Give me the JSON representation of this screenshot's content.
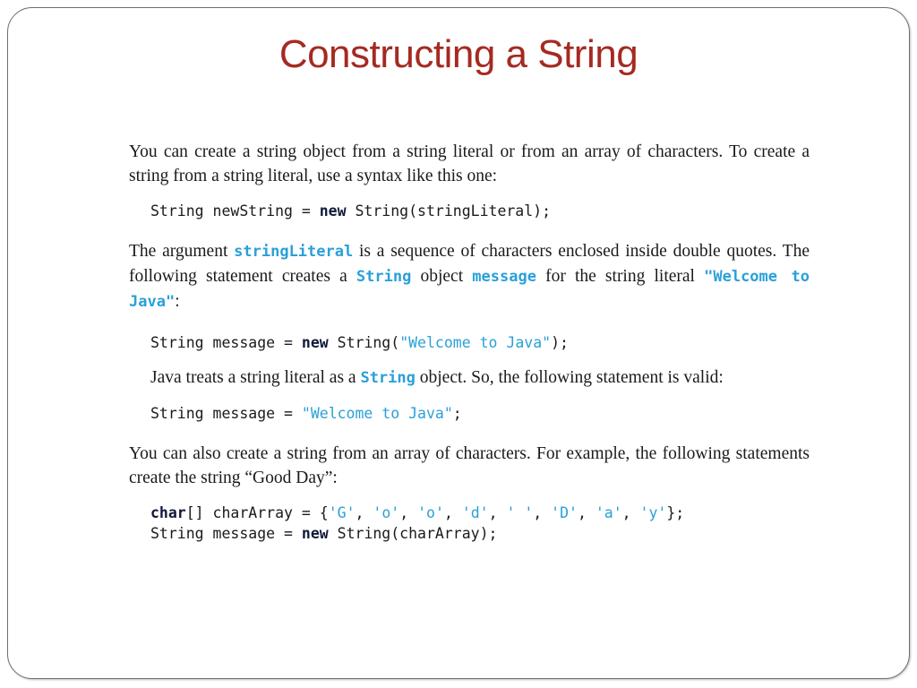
{
  "slide": {
    "title": "Constructing a String",
    "para1": "You can create a string object from a string literal or from an array of characters. To create a string from a string literal, use a syntax like this one:",
    "code1": {
      "a": "String newString = ",
      "kw_new": "new",
      "b": " String(stringLiteral);"
    },
    "para2": {
      "t1": "The argument ",
      "c1": "stringLiteral",
      "t2": " is a sequence of characters enclosed inside double quotes. The following statement creates a ",
      "c2": "String",
      "t3": " object ",
      "c3": "message",
      "t4": " for the string literal ",
      "c4": "\"Welcome to Java\"",
      "t5": ":"
    },
    "code2": {
      "a": "String message = ",
      "kw_new": "new",
      "b": " String(",
      "str": "\"Welcome to Java\"",
      "c": ");"
    },
    "para3": {
      "t1": "Java treats a string literal as a ",
      "c1": "String",
      "t2": " object. So, the following statement is valid:"
    },
    "code3": {
      "a": "String message = ",
      "str": "\"Welcome to Java\"",
      "b": ";"
    },
    "para4": "You can also create a string from an array of characters. For example, the following statements create the string “Good Day”:",
    "code4": {
      "kw_char": "char",
      "a": "[] charArray = {",
      "chars": [
        "'G'",
        "'o'",
        "'o'",
        "'d'",
        "' '",
        "'D'",
        "'a'",
        "'y'"
      ],
      "sep": ", ",
      "b": "};",
      "line2_a": "String message = ",
      "line2_kw": "new",
      "line2_b": " String(charArray);"
    }
  }
}
